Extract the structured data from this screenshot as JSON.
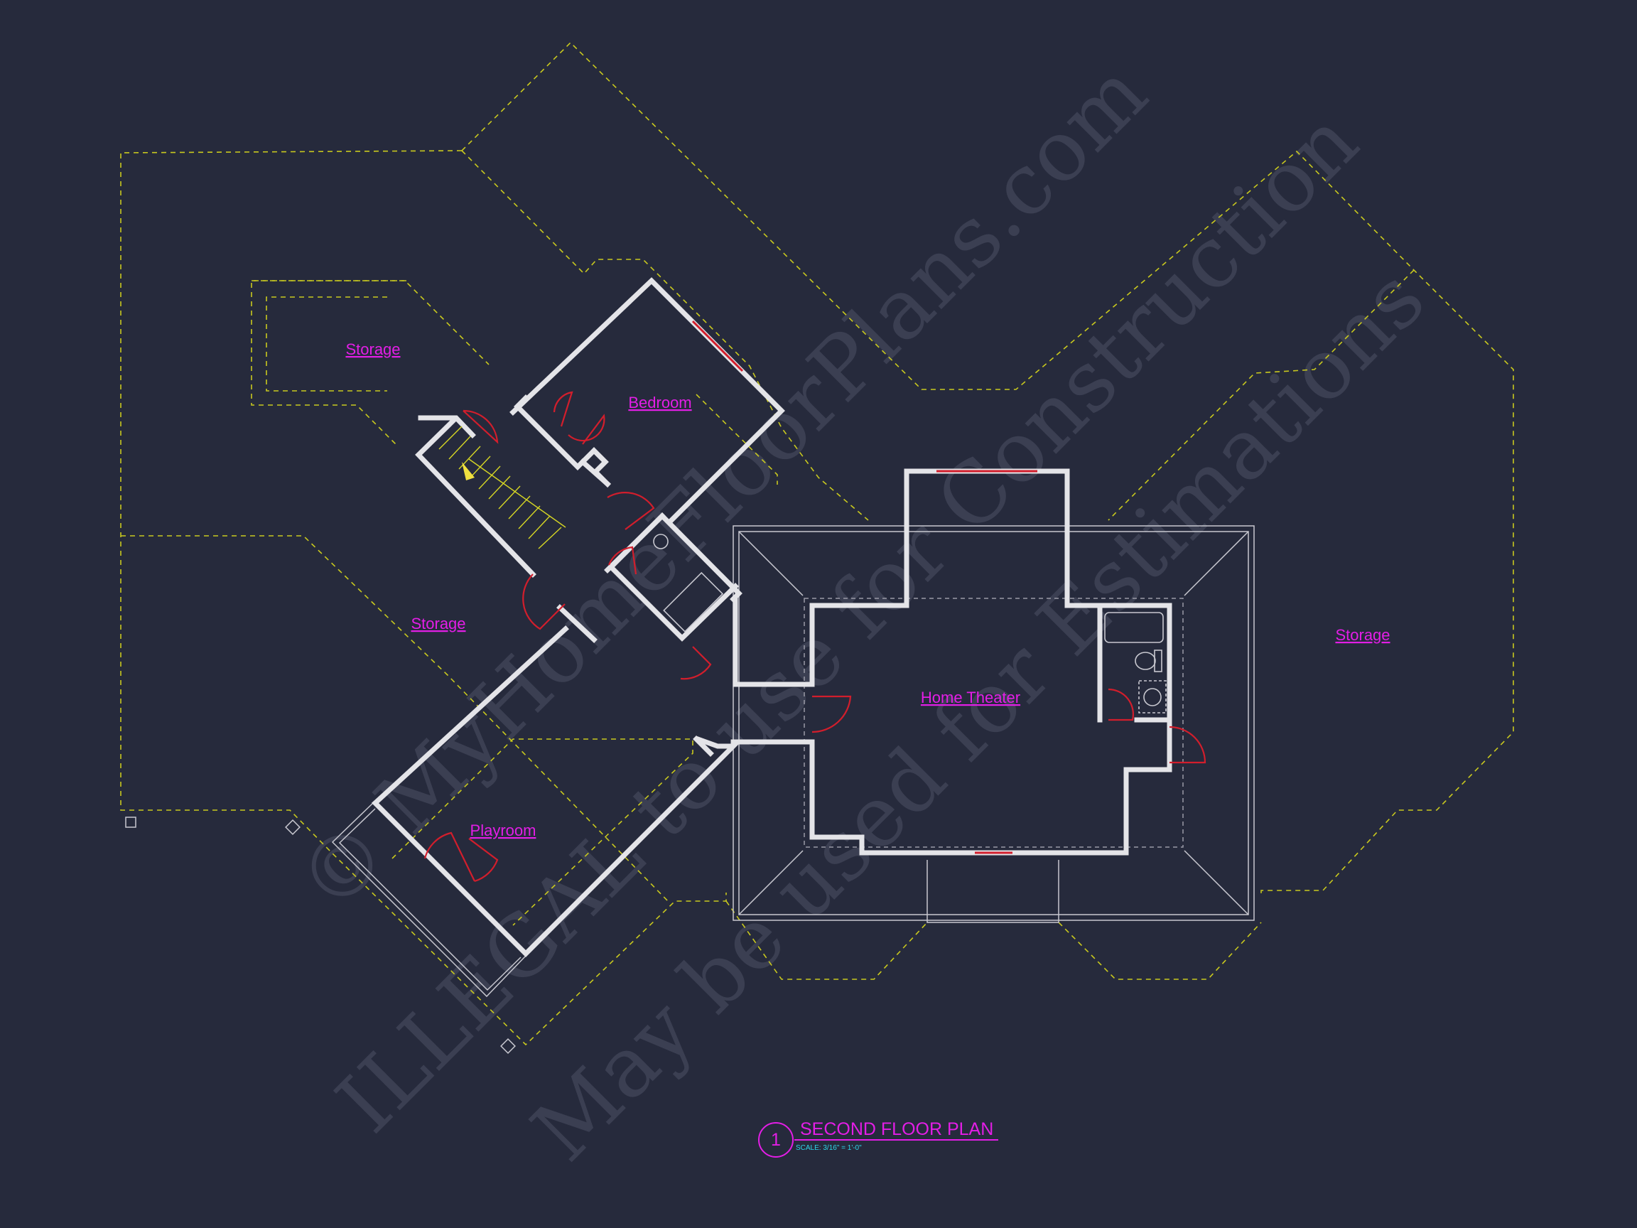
{
  "plan": {
    "title": "SECOND FLOOR PLAN",
    "scale": "SCALE: 3/16\" = 1'-0\"",
    "sheet_number": "1",
    "rooms": {
      "storage_top_left": "Storage",
      "storage_left": "Storage",
      "storage_right": "Storage",
      "bedroom": "Bedroom",
      "home_theater": "Home Theater",
      "playroom": "Playroom"
    },
    "watermark": {
      "line1": "© MyHomeFloorPlans.com",
      "line2": "ILLEGAL to use for Construction",
      "line3": "May be used for Estimations"
    }
  },
  "colors": {
    "background": "#262a3c",
    "room_label": "#e31ee6",
    "walls": "#e4e4e8",
    "roof_lines": "#c9c91e",
    "doors_windows": "#d21e2c",
    "scale_text": "#2fd7e8"
  }
}
